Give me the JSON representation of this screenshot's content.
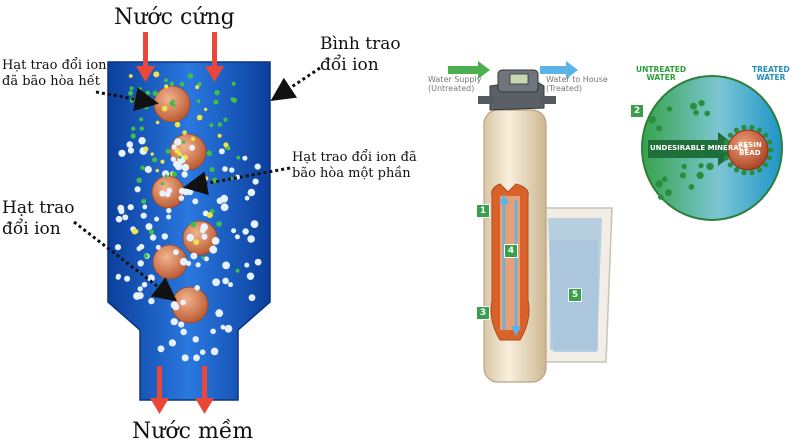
{
  "left_diagram": {
    "top_label": "Nước cứng",
    "bottom_label": "Nước mềm",
    "label_tank": "Bình trao\nđổi ion",
    "label_saturated_full": "Hạt trao đổi ion\nđã bão hòa hết",
    "label_saturated_partial": "Hạt trao đổi ion đã\nbão hòa một phần",
    "label_resin": "Hạt trao\nđổi ion"
  },
  "softener_diagram": {
    "water_supply": "Water Supply\n(Untreated)",
    "water_to_house": "Water to House\n(Treated)",
    "step_numbers": [
      "1",
      "4",
      "3",
      "5"
    ],
    "colors": {
      "inflow_arrow": "#4caf50",
      "outflow_arrow": "#5ab4e8",
      "tank": "#f3e6cf",
      "resin": "#d9622b"
    }
  },
  "inset_diagram": {
    "untreated_water": "UNTREATED\nWATER",
    "treated_water": "TREATED\nWATER",
    "step_number": "2",
    "undesirable_minerals": "UNDESIRABLE MINERALS",
    "resin_bead": "RESIN\nBEAD"
  },
  "colors": {
    "tank_blue": "#1456b8",
    "arrow_red": "#e8473a",
    "bead": "#c8704a",
    "mineral_green": "#2ea043"
  }
}
